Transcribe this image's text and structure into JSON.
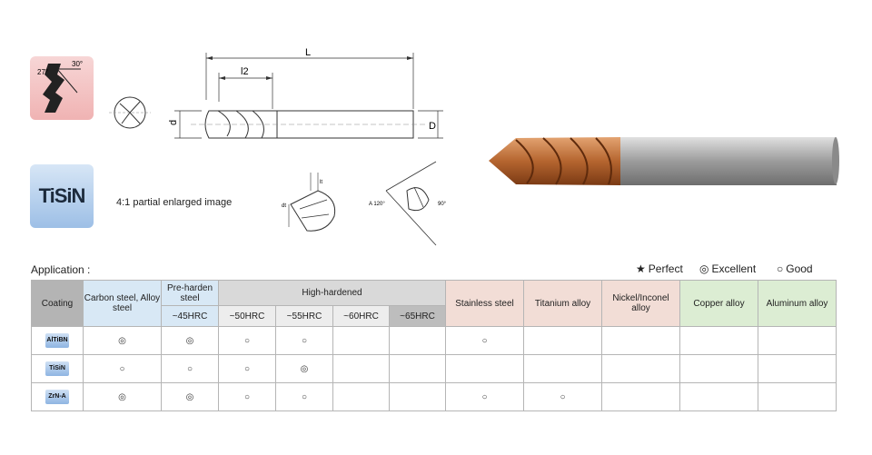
{
  "drawing": {
    "helix_angle_a": "27°",
    "helix_angle_b": "30°",
    "dim_overall_length": "L",
    "dim_flute_length": "l2",
    "dim_cut_diameter": "d",
    "dim_shank_diameter": "D",
    "dim_point_angle": "A 120°",
    "dim_90": "90°",
    "dim_lt": "lt",
    "dim_dt": "dt"
  },
  "coating_badge": "TiSiN",
  "caption": "4:1  partial enlarged image",
  "application_label": "Application :",
  "legend": {
    "perfect_symbol": "★",
    "perfect": "Perfect",
    "excellent_symbol": "◎",
    "excellent": "Excellent",
    "good_symbol": "○",
    "good": "Good"
  },
  "table": {
    "headers": {
      "coating": "Coating",
      "carbon": "Carbon steel, Alloy steel",
      "pre_harden": "Pre-harden steel",
      "pre_harden_sub": "~45HRC",
      "high_hardened": "High-hardened",
      "hrc50": "~50HRC",
      "hrc55": "~55HRC",
      "hrc60": "~60HRC",
      "hrc65": "~65HRC",
      "stainless": "Stainless steel",
      "titanium": "Titanium alloy",
      "nickel": "Nickel/Inconel alloy",
      "copper": "Copper alloy",
      "aluminum": "Aluminum alloy"
    },
    "rows": [
      {
        "coating": "AlTiBN",
        "cells": [
          "◎",
          "◎",
          "○",
          "○",
          "",
          "",
          "○",
          "",
          "",
          "",
          ""
        ]
      },
      {
        "coating": "TiSiN",
        "cells": [
          "○",
          "○",
          "○",
          "◎",
          "",
          "",
          "",
          "",
          "",
          "",
          ""
        ]
      },
      {
        "coating": "ZrN-A",
        "cells": [
          "◎",
          "◎",
          "○",
          "○",
          "",
          "",
          "○",
          "○",
          "",
          "",
          ""
        ]
      }
    ]
  },
  "colors": {
    "copper_coating": "#b5652f",
    "shank": "#a9a9a9"
  }
}
